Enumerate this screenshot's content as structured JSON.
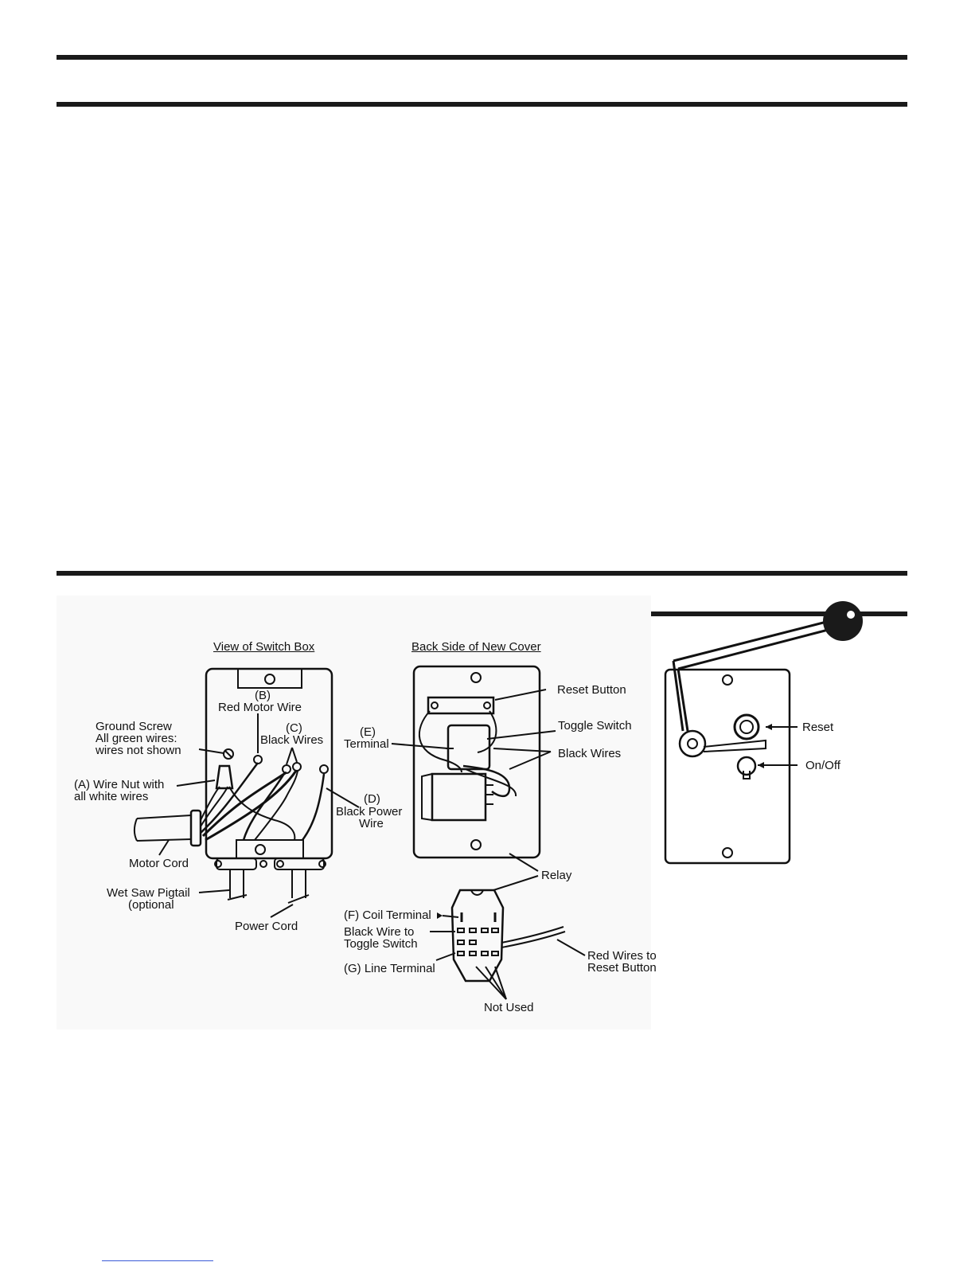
{
  "diagram": {
    "switch_box": {
      "title": "View of Switch Box",
      "labels": {
        "b_letter": "(B)",
        "b_text": "Red Motor Wire",
        "c_letter": "(C)",
        "c_text": "Black Wires",
        "ground_1": "Ground Screw",
        "ground_2": "All green wires:",
        "ground_3": "wires not shown",
        "a_1": "(A) Wire Nut with",
        "a_2": "all white wires",
        "d_letter": "(D)",
        "d_1": "Black Power",
        "d_2": "Wire",
        "motor_cord": "Motor Cord",
        "pigtail_1": "Wet Saw Pigtail",
        "pigtail_2": "(optional",
        "power_cord": "Power Cord"
      }
    },
    "new_cover": {
      "title": "Back Side of New Cover",
      "labels": {
        "reset_button": "Reset Button",
        "toggle_switch": "Toggle Switch",
        "e_letter": "(E)",
        "e_text": "Terminal",
        "black_wires": "Black Wires",
        "relay": "Relay",
        "f_text": "(F) Coil Terminal",
        "black_wire_1": "Black Wire to",
        "black_wire_2": "Toggle Switch",
        "g_text": "(G) Line Terminal",
        "red_wires_1": "Red Wires to",
        "red_wires_2": "Reset Button",
        "not_used": "Not Used"
      }
    },
    "front_cover": {
      "labels": {
        "reset": "Reset",
        "on_off": "On/Off"
      }
    }
  }
}
